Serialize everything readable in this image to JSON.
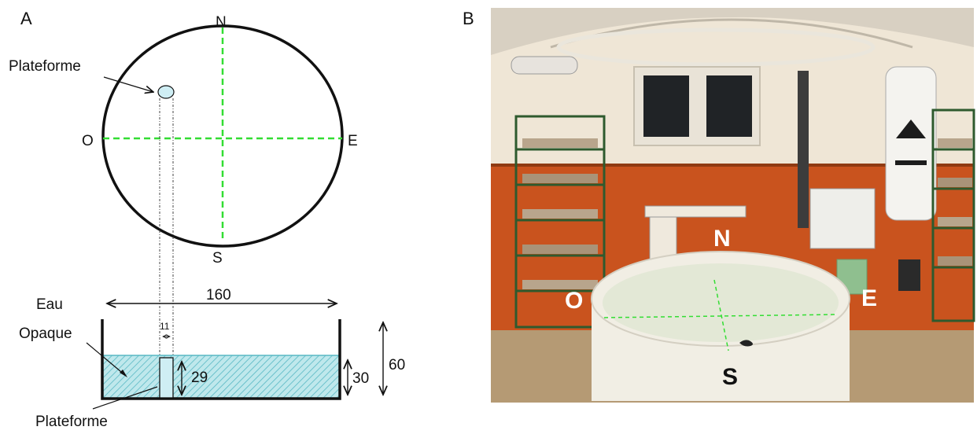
{
  "panels": {
    "a_label": "A",
    "b_label": "B"
  },
  "compass": {
    "north": "N",
    "south": "S",
    "west": "O",
    "east": "E"
  },
  "diagram": {
    "platform_top_label": "Plateforme",
    "water_label_line1": "Eau",
    "water_label_line2": "Opaque",
    "platform_bottom_label": "Plateforme",
    "dim_diameter": "160",
    "dim_platform_width": "11",
    "dim_platform_height": "29",
    "dim_water_depth": "30",
    "dim_pool_height": "60"
  },
  "photo": {
    "north": "N",
    "south": "S",
    "west": "O",
    "east": "E"
  },
  "colors": {
    "axis_dashed": "#33dd33",
    "water_fill": "#bfe8ec",
    "water_hatch": "#58b8c4",
    "platform_fill": "#cfeef4",
    "wall_orange": "#c9531e",
    "wall_cream": "#efe6d6",
    "floor": "#b59a74",
    "tank": "#f1eee4",
    "water_surface": "#e3e8d6"
  }
}
